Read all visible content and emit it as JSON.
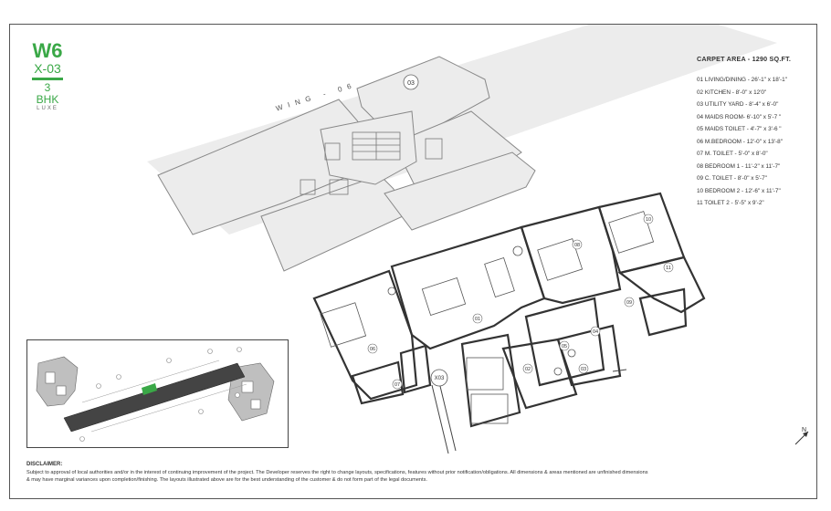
{
  "logo": {
    "tower": "W6",
    "unit": "X-03",
    "type": "3 BHK",
    "variant": "LUXE"
  },
  "wing_label": "WING - 06",
  "unit_tag_plan": "03",
  "unit_tag_floor": "X03",
  "specs": {
    "carpet_area": "CARPET AREA - 1290 SQ.FT.",
    "rooms": [
      "01 LIVING/DINING - 26'-1\" x 18'-1\"",
      "02 KITCHEN - 8'-0\" x 12'0\"",
      "03 UTILITY YARD - 8'-4\" x 6'-0\"",
      "04 MAIDS ROOM- 6'-10\" x 5'-7 \"",
      "05 MAIDS TOILET - 4'-7\" x 3'-6 \"",
      "06 M.BEDROOM - 12'-0\" x 13'-8\"",
      "07 M. TOILET - 5'-0\" x 8'-0\"",
      "08 BEDROOM 1 - 11'-2\" x 11'-7\"",
      "09 C. TOILET - 8'-0\" x 5'-7\"",
      "10 BEDROOM 2 - 12'-6\" x 11'-7\"",
      "11 TOILET 2 - 5'-5\" x 9'-2\""
    ]
  },
  "room_tags": [
    "01",
    "02",
    "03",
    "04",
    "05",
    "06",
    "07",
    "08",
    "09",
    "10",
    "11"
  ],
  "north": "N",
  "disclaimer": {
    "heading": "DISCLAIMER:",
    "line1": "Subject to approval of local authorities and/or in the interest of continuing improvement of the project. The Developer reserves the right to change layouts, specifications, features without prior notification/obligations. All dimensions & areas mentioned are unfinished dimensions",
    "line2": "& may have marginal variances upon completion/finishing. The layouts illustrated above are for the best understanding of the customer & do not form part of the legal documents."
  },
  "colors": {
    "accent": "#3aa847",
    "wall": "#555555",
    "band": "#e6e6e6"
  }
}
